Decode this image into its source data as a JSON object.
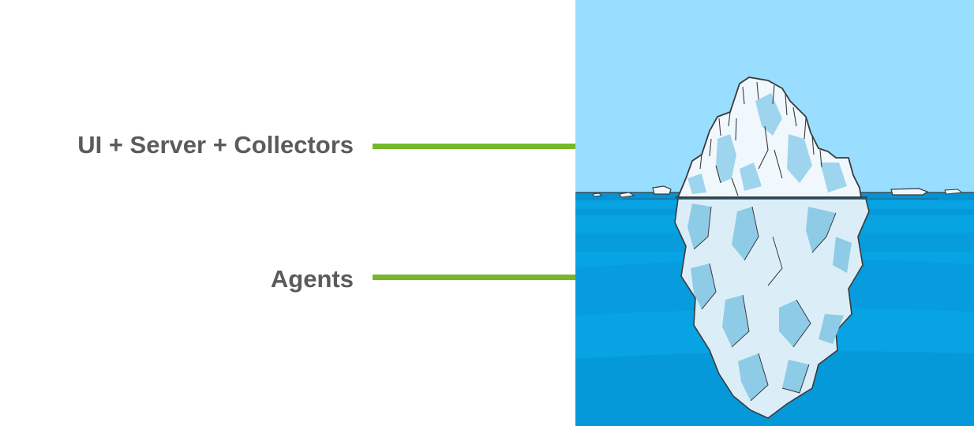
{
  "labels": {
    "top": "UI + Server + Collectors",
    "bottom": "Agents"
  },
  "colors": {
    "label_text": "#5b5b5b",
    "arrow": "#76b82a",
    "sky": "#99ddff",
    "sea": "#07a3e3",
    "sea_deep": "#0686c8",
    "ice": "#f0f8fd",
    "ice_shadow": "#9ed4ee",
    "ice_submerged": "#dbeef8",
    "ice_submerged_shadow": "#8ecbe6",
    "outline": "#3a3a3a"
  },
  "icons": {
    "top_arrow": "arrow-right-icon",
    "bottom_arrow": "arrow-right-icon",
    "illustration": "iceberg-illustration"
  }
}
